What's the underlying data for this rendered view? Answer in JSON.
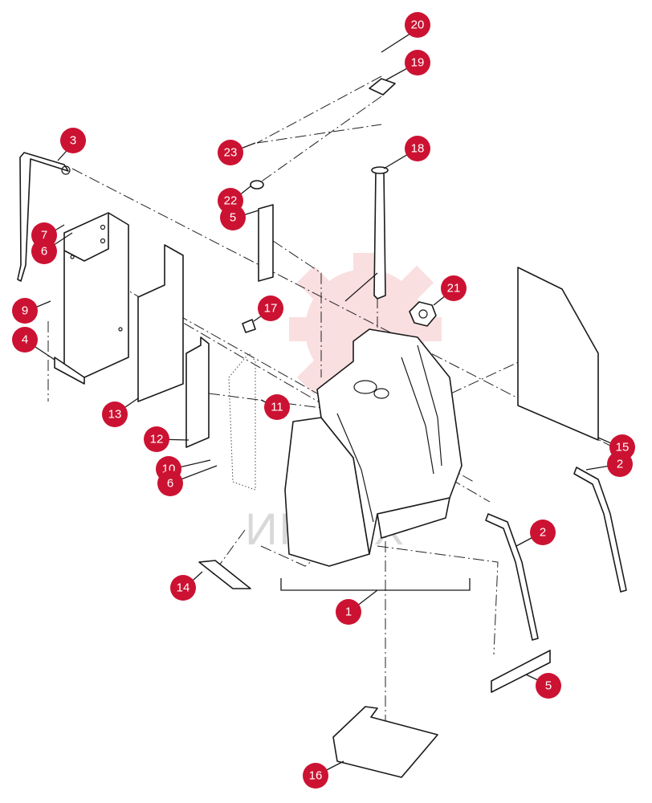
{
  "watermark": {
    "text": "ИНТЕХ",
    "color": "#f6c5c8"
  },
  "callout_color": "#cc1232",
  "callouts": [
    {
      "label": "20"
    },
    {
      "label": "19"
    },
    {
      "label": "3"
    },
    {
      "label": "18"
    },
    {
      "label": "23"
    },
    {
      "label": "22"
    },
    {
      "label": "5"
    },
    {
      "label": "7"
    },
    {
      "label": "6"
    },
    {
      "label": "9"
    },
    {
      "label": "4"
    },
    {
      "label": "17"
    },
    {
      "label": "21"
    },
    {
      "label": "11"
    },
    {
      "label": "13"
    },
    {
      "label": "12"
    },
    {
      "label": "10"
    },
    {
      "label": "6"
    },
    {
      "label": "15"
    },
    {
      "label": "2"
    },
    {
      "label": "2"
    },
    {
      "label": "14"
    },
    {
      "label": "1"
    },
    {
      "label": "5"
    },
    {
      "label": "16"
    }
  ]
}
